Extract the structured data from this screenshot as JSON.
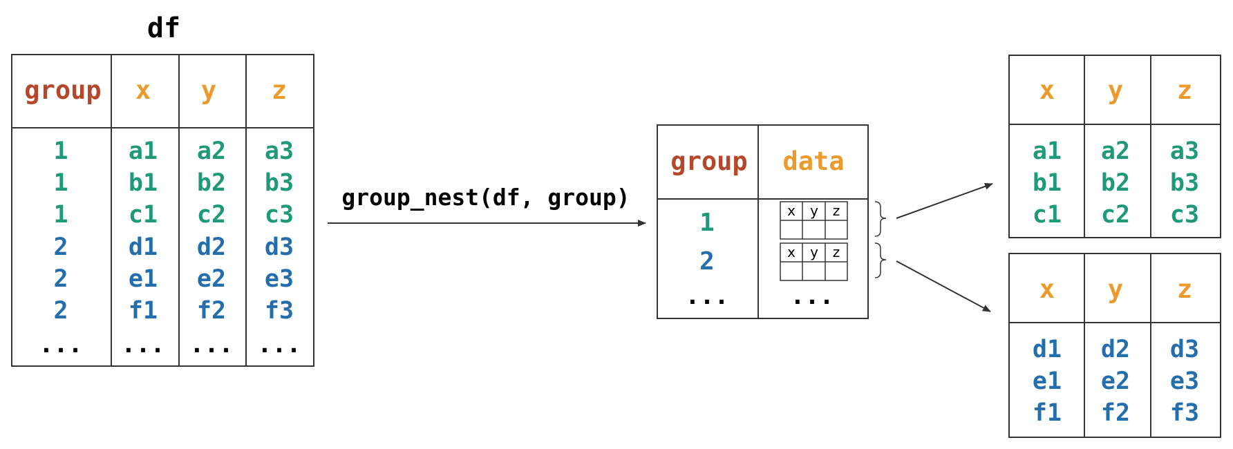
{
  "colors": {
    "group_header": "#b5482a",
    "col_header": "#eb9a2b",
    "group1": "#1f9a78",
    "group2": "#246fab",
    "text": "#000000",
    "line": "#333333"
  },
  "df": {
    "title": "df",
    "headers": [
      "group",
      "x",
      "y",
      "z"
    ],
    "rows": [
      [
        "1",
        "a1",
        "a2",
        "a3"
      ],
      [
        "1",
        "b1",
        "b2",
        "b3"
      ],
      [
        "1",
        "c1",
        "c2",
        "c3"
      ],
      [
        "2",
        "d1",
        "d2",
        "d3"
      ],
      [
        "2",
        "e1",
        "e2",
        "e3"
      ],
      [
        "2",
        "f1",
        "f2",
        "f3"
      ]
    ],
    "ellipsis": "..."
  },
  "operation": "group_nest(df, group)",
  "nested": {
    "headers": [
      "group",
      "data"
    ],
    "rows": [
      "1",
      "2"
    ],
    "ellipsis": "...",
    "mini_headers": [
      "x",
      "y",
      "z"
    ]
  },
  "result_tables": [
    {
      "headers": [
        "x",
        "y",
        "z"
      ],
      "rows": [
        [
          "a1",
          "a2",
          "a3"
        ],
        [
          "b1",
          "b2",
          "b3"
        ],
        [
          "c1",
          "c2",
          "c3"
        ]
      ]
    },
    {
      "headers": [
        "x",
        "y",
        "z"
      ],
      "rows": [
        [
          "d1",
          "d2",
          "d3"
        ],
        [
          "e1",
          "e2",
          "e3"
        ],
        [
          "f1",
          "f2",
          "f3"
        ]
      ]
    }
  ]
}
